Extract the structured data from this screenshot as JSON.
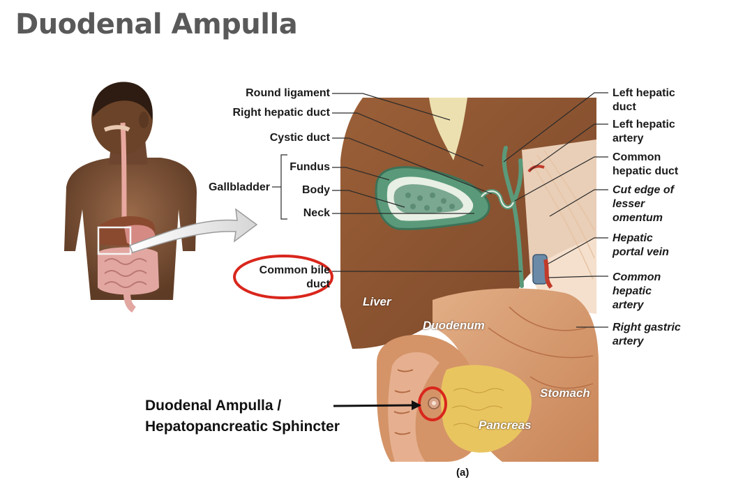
{
  "slide": {
    "title": "Duodenal Ampulla"
  },
  "labels_left": {
    "round_ligament": "Round ligament",
    "right_hepatic_duct": "Right hepatic duct",
    "cystic_duct": "Cystic duct",
    "gallbladder": "Gallbladder",
    "fundus": "Fundus",
    "body": "Body",
    "neck": "Neck",
    "common_bile_duct_line1": "Common bile",
    "common_bile_duct_line2": "duct"
  },
  "labels_right": {
    "left_hepatic_duct_1": "Left hepatic",
    "left_hepatic_duct_2": "duct",
    "left_hepatic_artery_1": "Left hepatic",
    "left_hepatic_artery_2": "artery",
    "common_hepatic_duct_1": "Common",
    "common_hepatic_duct_2": "hepatic duct",
    "cut_edge_1": "Cut edge of",
    "cut_edge_2": "lesser",
    "cut_edge_3": "omentum",
    "portal_vein_1": "Hepatic",
    "portal_vein_2": "portal vein",
    "common_hepatic_artery_1": "Common",
    "common_hepatic_artery_2": "hepatic",
    "common_hepatic_artery_3": "artery",
    "right_gastric_artery_1": "Right gastric",
    "right_gastric_artery_2": "artery"
  },
  "organs": {
    "liver": "Liver",
    "duodenum": "Duodenum",
    "stomach": "Stomach",
    "pancreas": "Pancreas"
  },
  "annotation": {
    "line1": "Duodenal Ampulla /",
    "line2": "Hepatopancreatic Sphincter"
  },
  "figure_label": "(a)",
  "colors": {
    "title": "#595959",
    "liver": "#8a5232",
    "gallbladder": "#5a9a7a",
    "duodenum": "#d79a73",
    "highlight_circle": "#d9261c"
  }
}
